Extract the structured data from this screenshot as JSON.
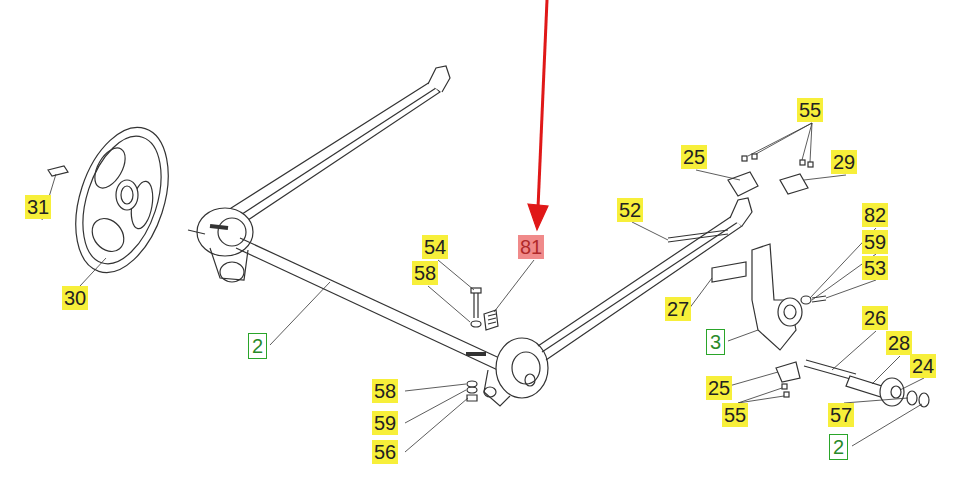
{
  "diagram": {
    "labels": [
      "55",
      "25",
      "29",
      "31",
      "52",
      "82",
      "54",
      "81",
      "59",
      "58",
      "53",
      "30",
      "27",
      "26",
      "2",
      "3",
      "28",
      "24",
      "58",
      "25",
      "55",
      "59",
      "57",
      "2",
      "56"
    ]
  }
}
